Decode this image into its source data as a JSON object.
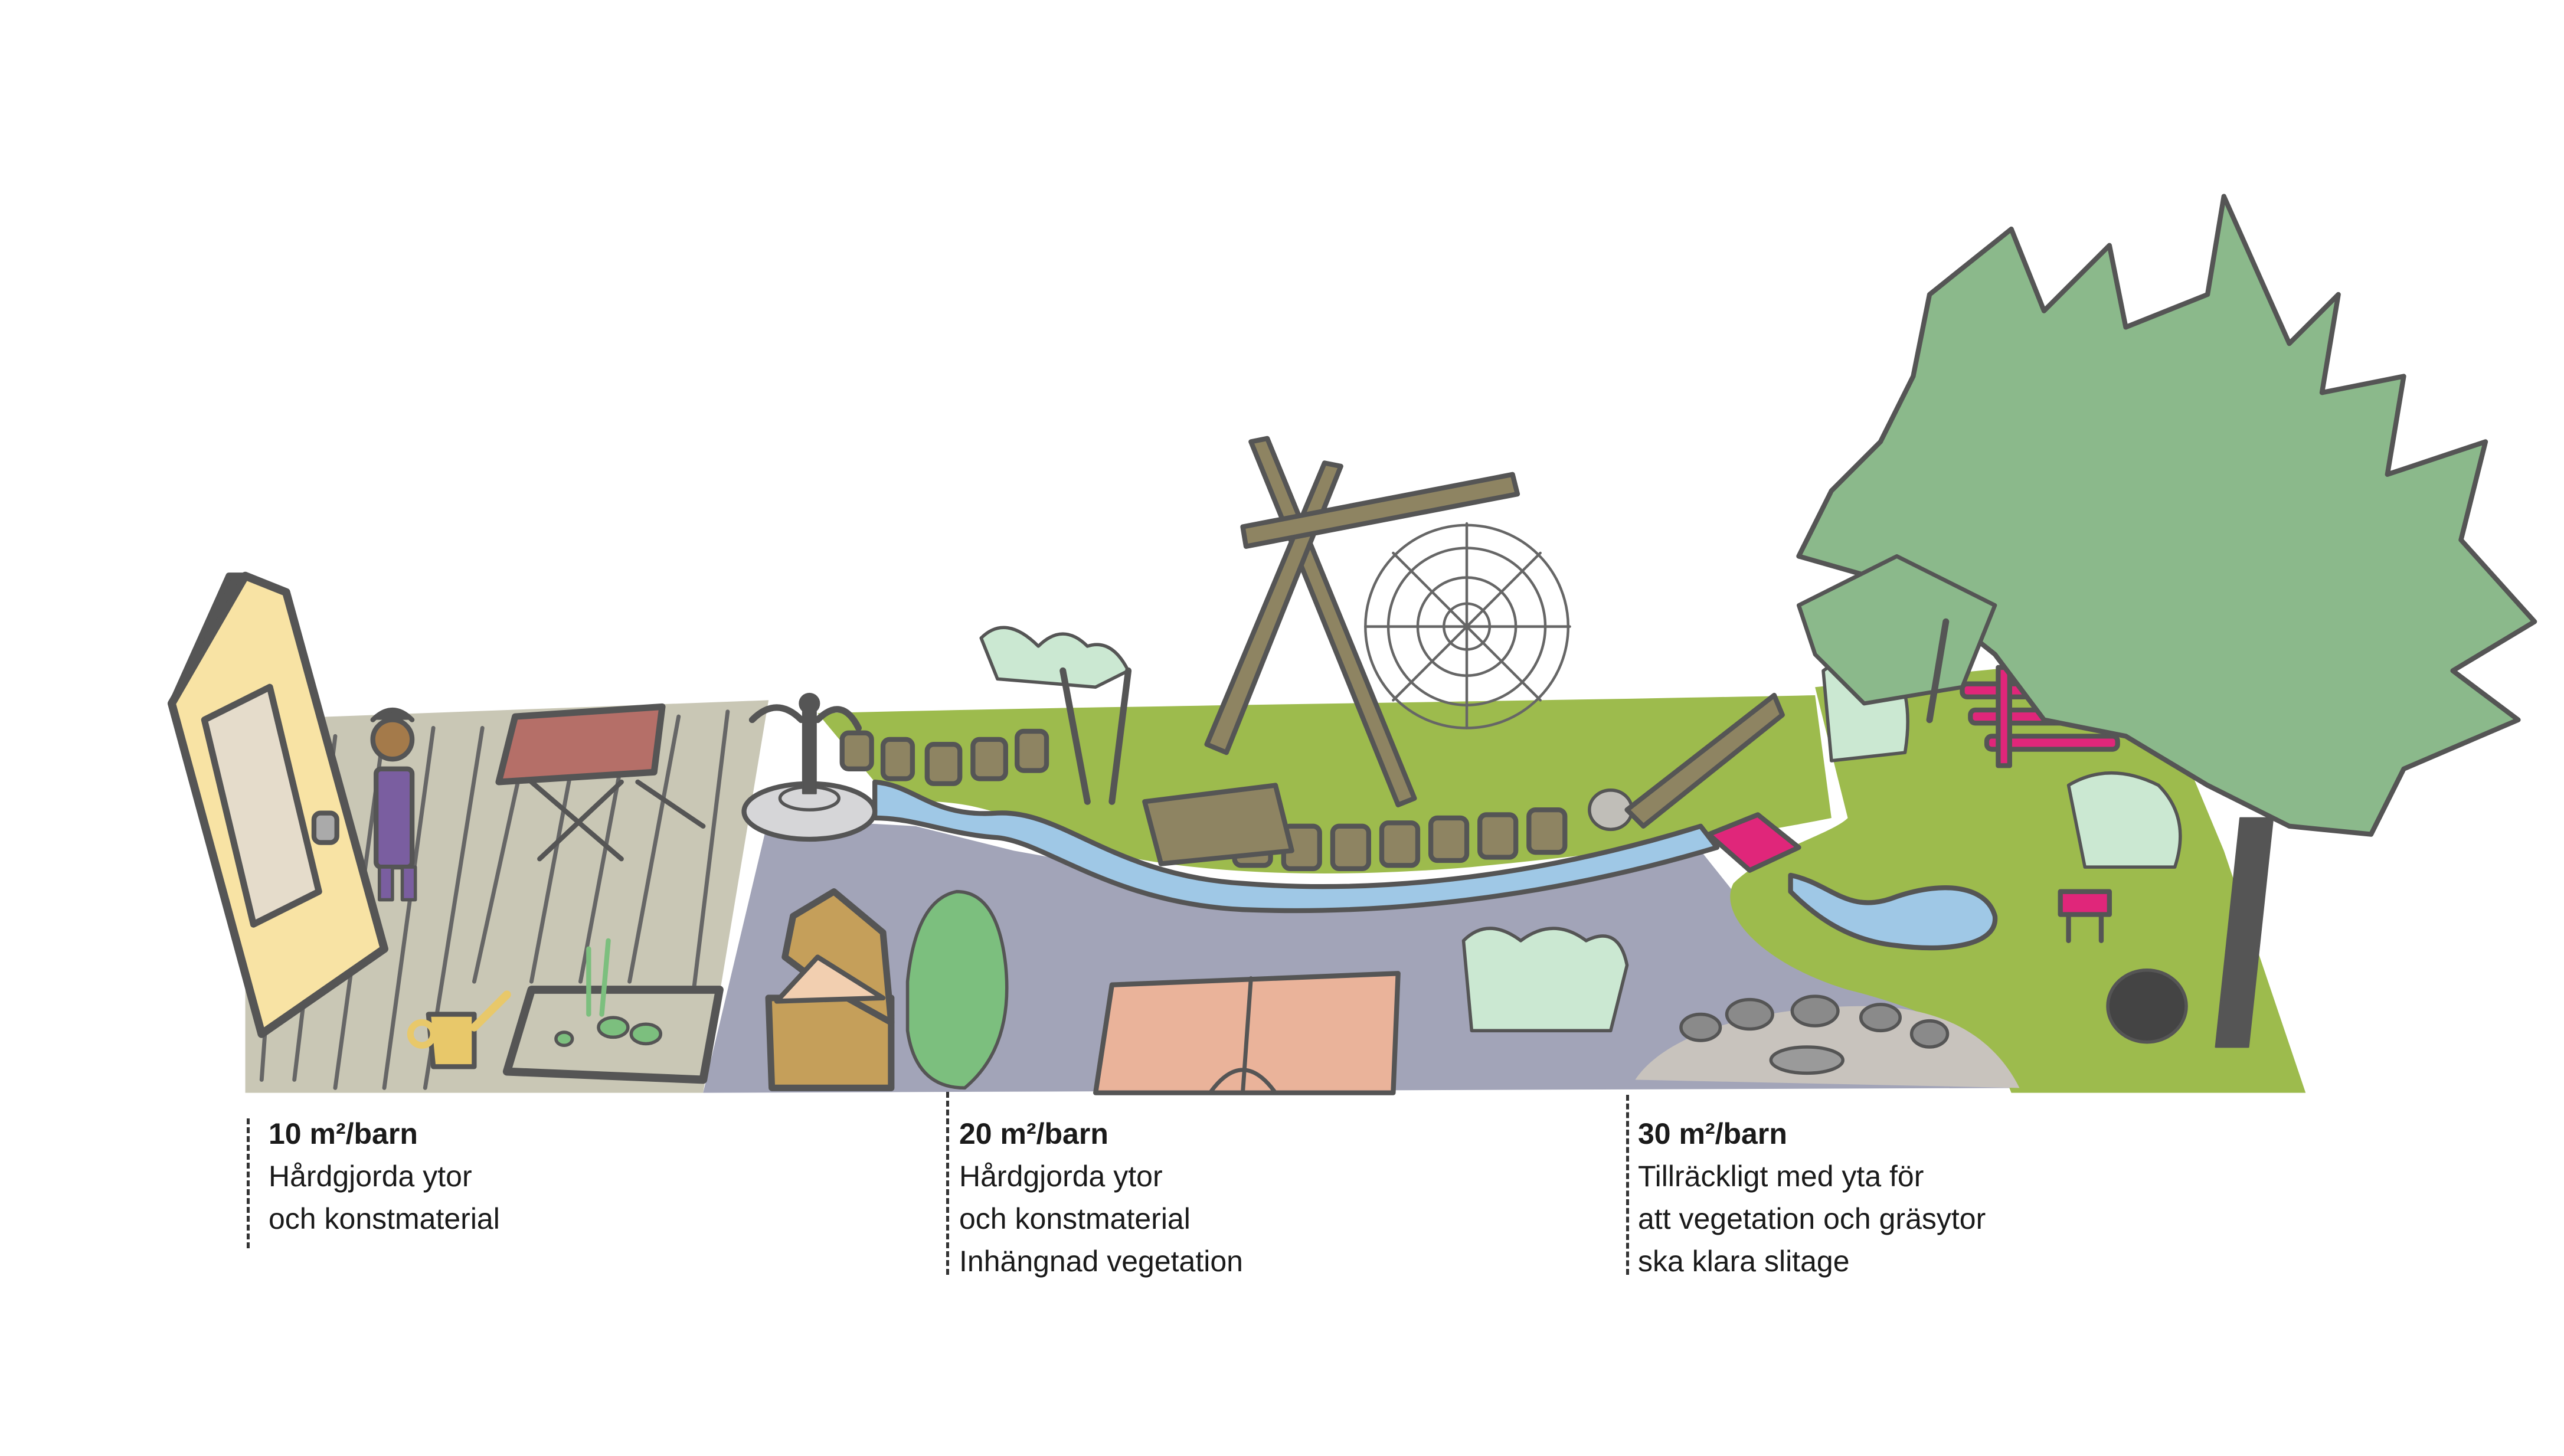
{
  "zones": [
    {
      "id": "zone-10",
      "title": "10 m²/barn",
      "lines": [
        "Hårdgjorda ytor",
        "och konstmaterial"
      ]
    },
    {
      "id": "zone-20",
      "title": "20 m²/barn",
      "lines": [
        "Hårdgjorda ytor",
        "och konstmaterial",
        "Inhängnad vegetation"
      ]
    },
    {
      "id": "zone-30",
      "title": "30 m²/barn",
      "lines": [
        "Tillräckligt med yta för",
        "att vegetation och gräsytor",
        "ska klara slitage"
      ]
    }
  ],
  "illustration": {
    "elements": [
      "door-icon",
      "child-figure",
      "folding-table",
      "watering-can",
      "raised-garden-bed",
      "fountain-statue",
      "log-stump-row",
      "stream",
      "treasure-chest",
      "shrub",
      "sport-court",
      "log-climbing-frame",
      "spider-web-net",
      "pond",
      "footbridge",
      "bench",
      "stool",
      "large-tree",
      "boulders",
      "gravel-area"
    ],
    "colors": {
      "deck": "#c9c7b5",
      "asphalt": "#a2a4b8",
      "grass": "#9dbb4d",
      "water": "#9fc8e6",
      "tree": "#8bb98b",
      "outline": "#555555",
      "door": "#f8e3a4",
      "accent_pink": "#e0267a",
      "wood": "#8e8462",
      "court": "#eab39a",
      "chest": "#c59f5a",
      "gravel": "#c8c3bd",
      "overalls": "#7a5ea0"
    }
  }
}
